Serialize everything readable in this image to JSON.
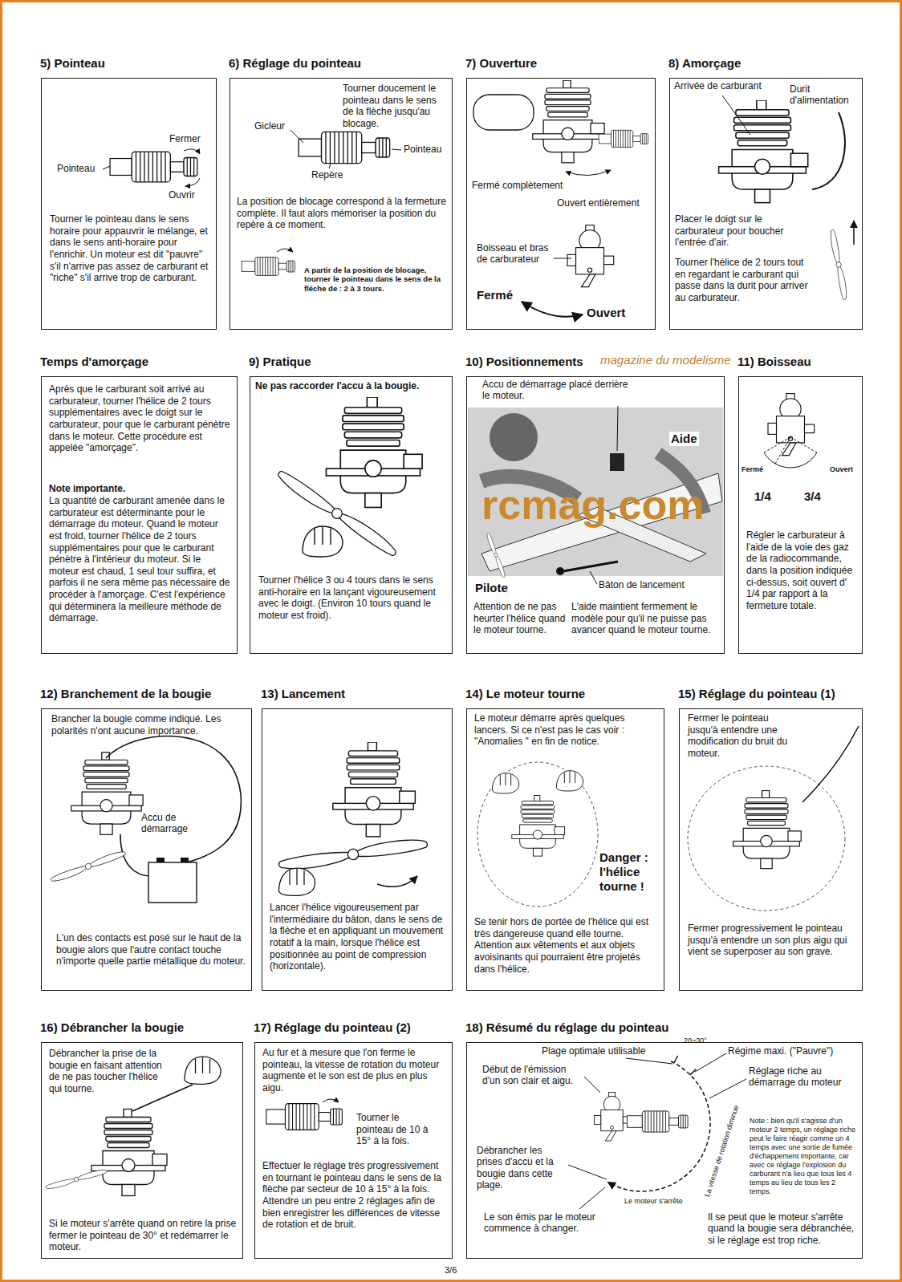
{
  "diagram": {
    "nodes": [
      {
        "text": [
          "5) Pointeau",
          "Tourner le pointeau dans le sens horaire pour appauvrir le mélange, et dans le sens anti-horaire pour l'enrichir. Un moteur est dit \"pauvre\" s'il n'arrive pas assez de carburant et \"riche\" s'il arrive trop de carburant."
        ]
      },
      {
        "text": [
          "6) Réglage du pointeau",
          "Tourner doucement le pointeau dans le sens de la flèche jusqu'au blocage.",
          "La position de blocage correspond à la fermeture complète. Il faut alors mémoriser la position du repère à ce moment.",
          "A partir de la position de blocage, tourner le pointeau dans le sens de la flèche de : 2 à 3 tours."
        ]
      },
      {
        "text": [
          "7) Ouverture"
        ]
      },
      {
        "text": [
          "8) Amorçage",
          "Placer le doigt sur le carburateur pour boucher l'entrée d'air.",
          "Tourner l'hélice de 2 tours tout en regardant le carburant qui passe dans la durit pour arriver au carburateur."
        ]
      },
      {
        "text": [
          "Temps d'amorçage",
          "Après que le carburant soit arrivé au carburateur, tourner l'hélice de 2 tours supplémentaires avec le doigt sur le carburateur, pour que le carburant pénètre dans le moteur. Cette procédure est appelée \"amorçage\".",
          "Note importante.",
          "La quantité de carburant amenée dans le carburateur est déterminante pour le démarrage du moteur. Quand le moteur est froid, tourner l'hélice de 2 tours supplémentaires pour que le carburant pénètre à l'intérieur du moteur. Si le moteur est chaud, 1 seul tour suffira, et parfois il ne sera même pas nécessaire de procéder à l'amorçage. C'est l'expérience qui déterminera la meilleure méthode de démarrage."
        ]
      },
      {
        "text": [
          "9) Pratique",
          "Ne pas raccorder l'accu à la bougie.",
          "Tourner l'hélice 3 ou 4 tours dans le sens anti-horaire en la lançant vigoureusement avec le doigt. (Environ 10 tours quand le moteur est froid)."
        ]
      },
      {
        "text": [
          "10) Positionnements",
          "Attention de ne pas heurter l'hélice quand le moteur tourne.",
          "L'aide maintient fermement le modèle pour qu'il ne puisse pas avancer quand le moteur tourne."
        ]
      },
      {
        "text": [
          "11) Boisseau",
          "Régler le carburateur à l'aide de la voie des gaz de la radiocommande, dans la position indiquée ci-dessus, soit ouvert d' 1/4 par rapport à la fermeture totale."
        ]
      },
      {
        "text": [
          "12) Branchement de la bougie",
          "Brancher la bougie comme indiqué. Les polarités n'ont aucune importance.",
          "L'un des contacts est posé sur le haut de la bougie alors que l'autre contact touche n'importe quelle partie métallique du moteur."
        ]
      },
      {
        "text": [
          "13) Lancement",
          "Lancer l'hélice vigoureusement par l'intermédiaire du bâton, dans le sens de la flèche et en appliquant un mouvement rotatif à la main, lorsque l'hélice est positionnée au point de compression (horizontale)."
        ]
      },
      {
        "text": [
          "14) Le moteur tourne",
          "Le moteur démarre après quelques lancers. Si ce n'est pas le cas voir : \"Anomalies \" en fin de notice.",
          "Se tenir hors de portée de l'hélice qui est très dangereuse quand elle tourne. Attention aux vêtements et aux objets avoisinants qui pourraient être projetés dans l'hélice."
        ]
      },
      {
        "text": [
          "15) Réglage du pointeau (1)",
          "Fermer le pointeau jusqu'à entendre une modification du bruit du moteur.",
          "Fermer progressivement le pointeau jusqu'à entendre un son plus aigu qui vient se superposer au son grave."
        ]
      },
      {
        "text": [
          "16) Débrancher la bougie",
          "Débrancher la prise de la bougie en faisant attention de ne pas toucher l'hélice qui tourne.",
          "Si le moteur s'arrête quand on retire la prise fermer le pointeau de 30° et redémarrer le moteur."
        ]
      },
      {
        "text": [
          "17) Réglage du pointeau (2)",
          "Au fur et à mesure que l'on ferme le pointeau, la vitesse de rotation du moteur augmente et le son est de plus en plus aigu.",
          "Tourner le pointeau de 10 à 15° à la fois.",
          "Effectuer le réglage très progressivement en tournant le pointeau dans le sens de la flèche par secteur de 10 à 15° à la fois. Attendre un peu entre 2 réglages afin de bien enregistrer les différences de vitesse de rotation et de bruit."
        ]
      },
      {
        "text": [
          "18) Résumé du réglage du pointeau",
          "Note : bien qu'il s'agisse d'un moteur 2 temps, un réglage riche peut le faire réagir comme un 4 temps avec une sortie de fumée d'échappement importante, car avec ce réglage l'explosion du carburant n'a lieu que tous les 4 temps au lieu de tous les 2 temps."
        ]
      }
    ],
    "labels": [
      "Fermer",
      "Pointeau",
      "Ouvrir",
      "Gicleur",
      "Pointeau",
      "Repère",
      "Fermé complètement",
      "Ouvert entièrement",
      "Boisseau et bras de carburateur",
      "Fermé",
      "Ouvert",
      "Arrivée de carburant",
      "Durit d'alimentation",
      "Accu de démarrage placé derrière le moteur.",
      "Aide",
      "Pilote",
      "Bâton de lancement",
      "Fermé",
      "Ouvert",
      "1/4",
      "3/4",
      "Accu de démarrage",
      "Danger : l'hélice tourne !",
      "Plage optimale utilisable",
      "20~30°",
      "Régime maxi. (\"Pauvre\")",
      "Réglage riche au démarrage du moteur",
      "Début de l'émission d'un son clair et aigu.",
      "Débrancher les prises d'accu et la bougie dans cette plage.",
      "La vitesse de rotation diminue",
      "Le moteur s'arrête",
      "Le son émis par le moteur commence à changer.",
      "Il se peut que le moteur s'arrête quand la bougie sera débranchée, si le réglage est trop riche.",
      "3/6",
      "rcmag.com",
      "magazine du modelisme"
    ]
  }
}
